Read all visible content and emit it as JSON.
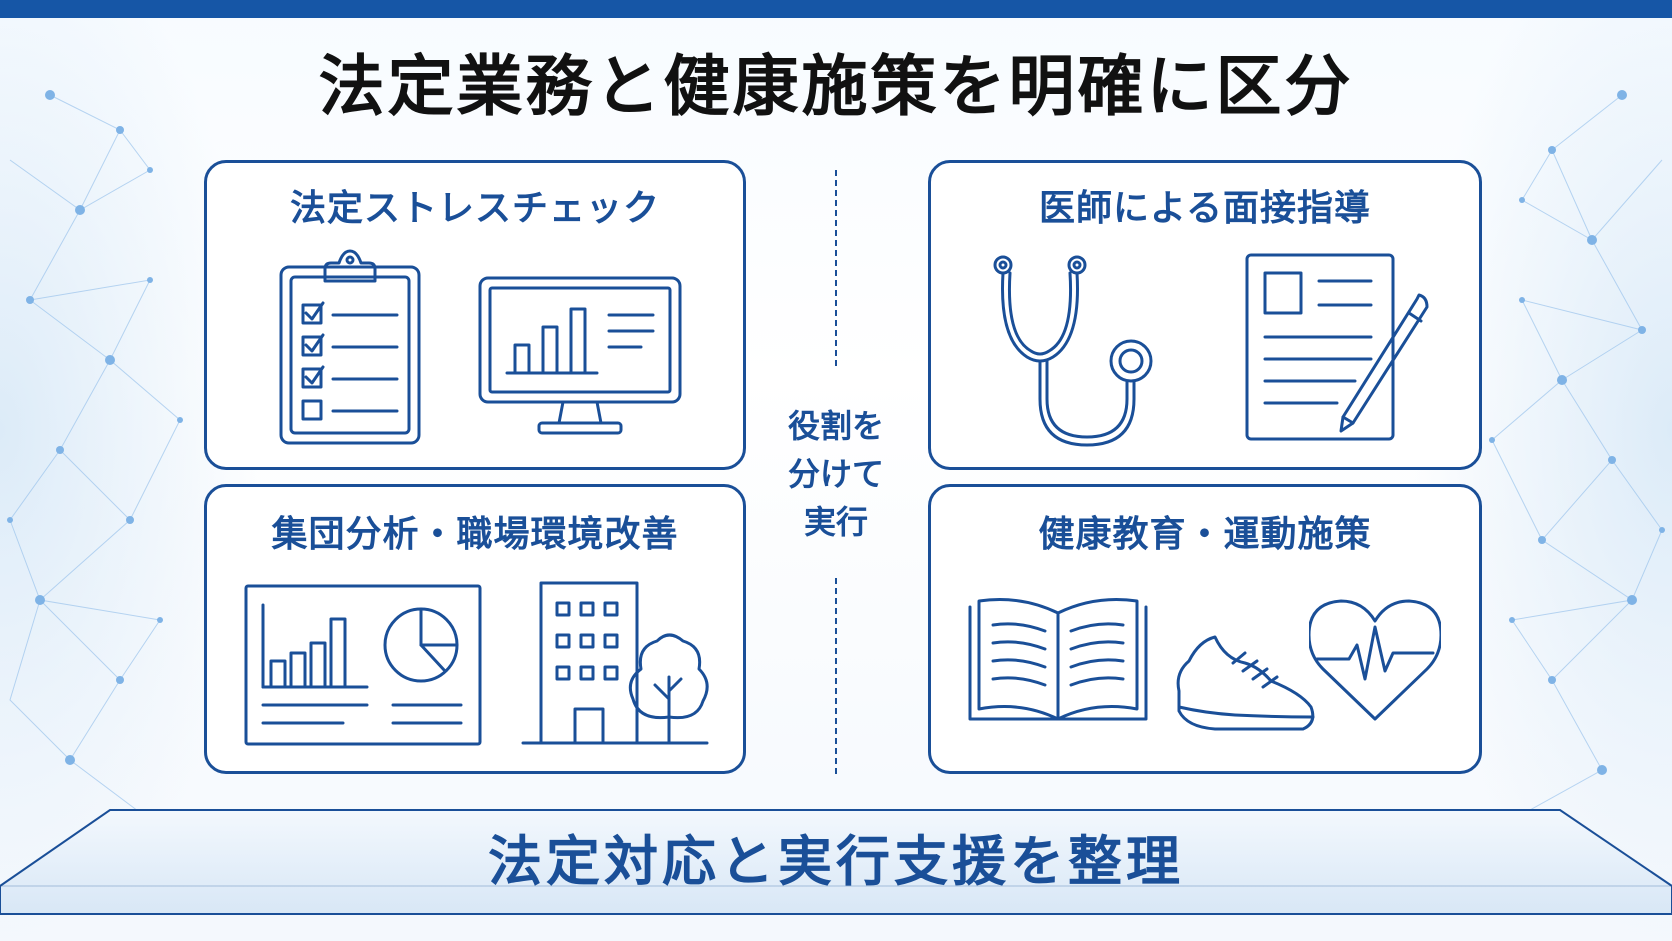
{
  "title": "法定業務と健康施策を明確に区分",
  "center_label": [
    "役割を",
    "分けて",
    "実行"
  ],
  "cards": {
    "stress_check": {
      "title": "法定ストレスチェック"
    },
    "doctor_interview": {
      "title": "医師による面接指導"
    },
    "group_analysis": {
      "title": "集団分析・職場環境改善"
    },
    "health_education": {
      "title": "健康教育・運動施策"
    }
  },
  "footer": {
    "text": "法定対応と実行支援を整理"
  },
  "colors": {
    "accent": "#1a4f98",
    "top_bar": "#1656a6",
    "title_text": "#111111",
    "background_network": "#7fb3e6"
  }
}
